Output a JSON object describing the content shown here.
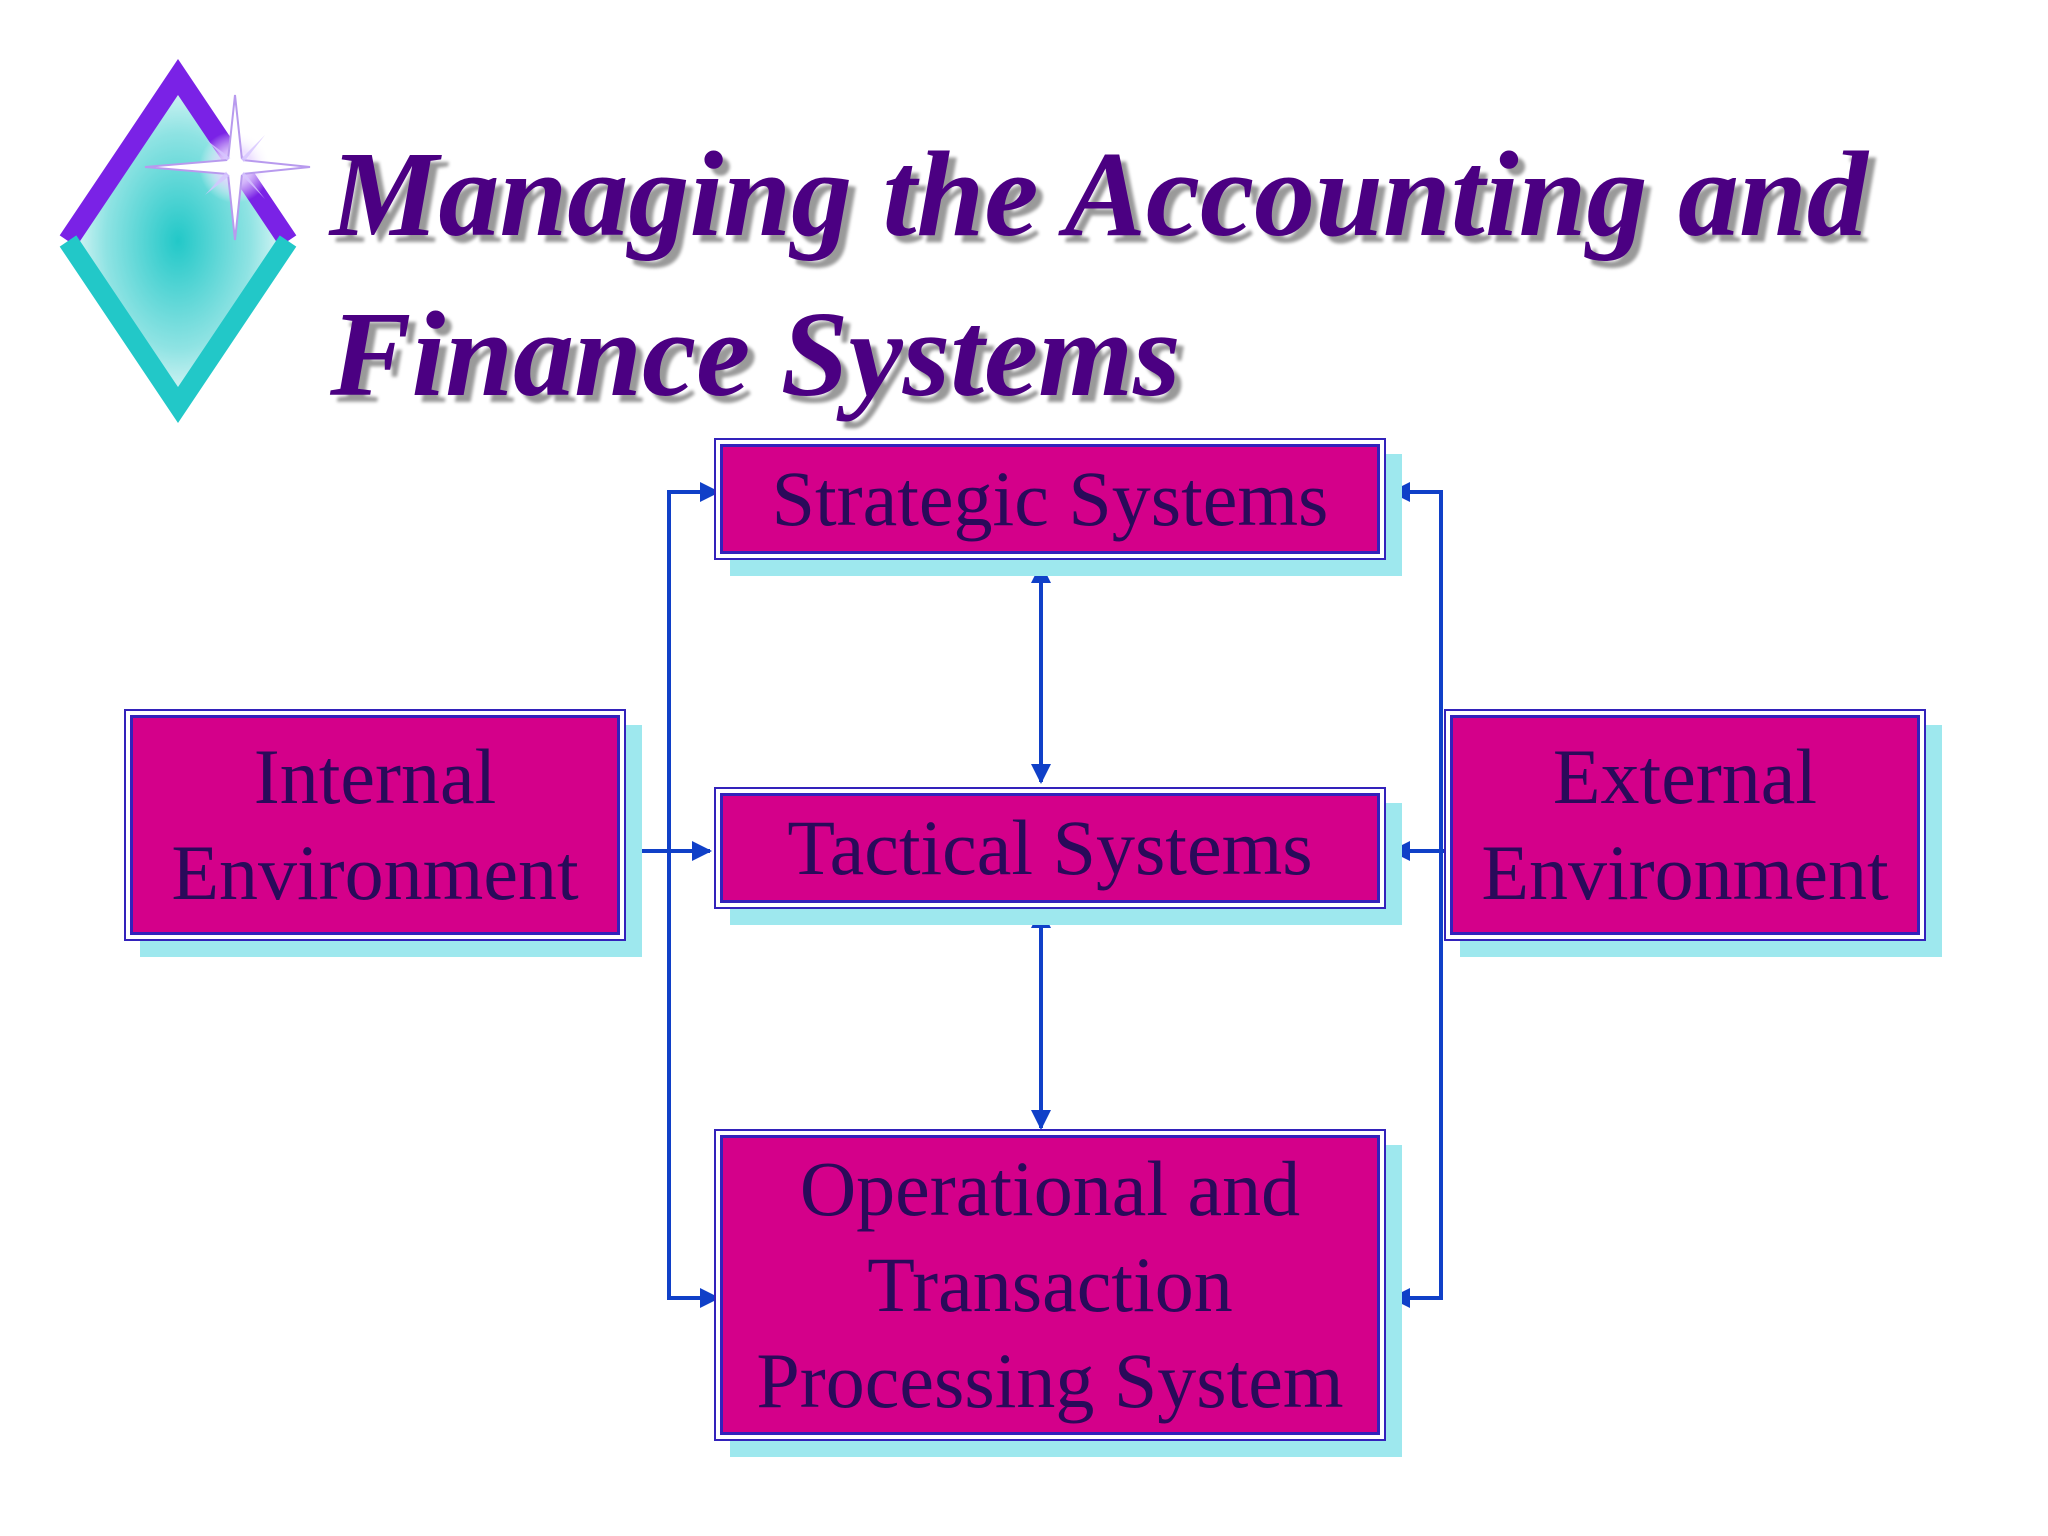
{
  "slide": {
    "title_lines": [
      "Managing the Accounting and",
      "Finance Systems"
    ]
  },
  "diagram": {
    "nodes": {
      "strategic": {
        "lines": [
          "Strategic Systems"
        ]
      },
      "tactical": {
        "lines": [
          "Tactical Systems"
        ]
      },
      "operational": {
        "lines": [
          "Operational and",
          "Transaction",
          "Processing System"
        ]
      },
      "internal": {
        "lines": [
          "Internal",
          "Environment"
        ]
      },
      "external": {
        "lines": [
          "External",
          "Environment"
        ]
      }
    },
    "edges": [
      {
        "from": "strategic",
        "to": "tactical",
        "direction": "both"
      },
      {
        "from": "tactical",
        "to": "operational",
        "direction": "both"
      },
      {
        "from": "internal",
        "to": "strategic",
        "direction": "forward"
      },
      {
        "from": "internal",
        "to": "tactical",
        "direction": "forward"
      },
      {
        "from": "internal",
        "to": "operational",
        "direction": "forward"
      },
      {
        "from": "external",
        "to": "strategic",
        "direction": "forward"
      },
      {
        "from": "external",
        "to": "tactical",
        "direction": "forward"
      },
      {
        "from": "external",
        "to": "operational",
        "direction": "forward"
      }
    ]
  },
  "colors": {
    "box_fill": "#d4008a",
    "box_border": "#3322bb",
    "box_shadow": "#9ee8ee",
    "box_text": "#2a0a5a",
    "title_text": "#4b0082",
    "arrow": "#1040c8",
    "logo_purple": "#7a22e6",
    "logo_teal": "#22c8c8"
  },
  "icons": {
    "logo": "diamond-star-icon"
  }
}
